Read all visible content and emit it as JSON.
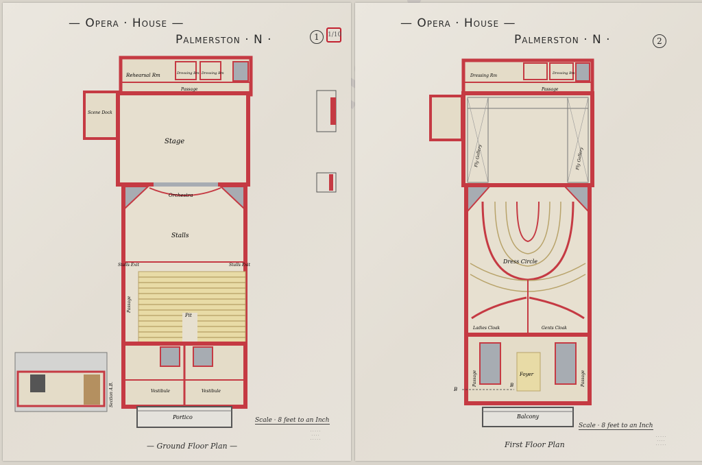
{
  "sheets": [
    {
      "title": "Opera · House",
      "location": "Palmerston · N",
      "sheet_number": "1",
      "stamp": "1/10",
      "caption": "Ground Floor Plan",
      "scale": "Scale · 8 feet to an Inch",
      "rooms": {
        "rehearsal": "Rehearsal Rm",
        "dressing_a": "Dressing Rm",
        "dressing_b": "Dressing Rm",
        "passage_top": "Passage",
        "scene_dock": "Scene Dock",
        "stage": "Stage",
        "orchestra": "Orchestra",
        "stalls": "Stalls",
        "stalls_exit_left": "Stalls Exit",
        "stalls_exit_right": "Stalls Exit",
        "pit": "Pit",
        "passage_side": "Passage",
        "vestibule_left": "Vestibule",
        "vestibule_right": "Vestibule",
        "portico": "Portico",
        "section_label": "Section A.B."
      }
    },
    {
      "title": "Opera · House",
      "location": "Palmerston · N",
      "sheet_number": "2",
      "caption": "First Floor Plan",
      "scale": "Scale · 8 feet to an Inch",
      "rooms": {
        "dressing_a": "Dressing Rm",
        "dressing_b": "Dressing Rm",
        "passage_top": "Passage",
        "fly_left": "Fly Gallery",
        "fly_right": "Fly Gallery",
        "dress_circle": "Dress Circle",
        "ladies_cloak": "Ladies Cloak",
        "gents_cloak": "Gents Cloak",
        "foyer": "Foyer",
        "passage_left": "Passage",
        "passage_right": "Passage",
        "balcony": "Balcony",
        "mark_b1": "B",
        "mark_b2": "B"
      }
    }
  ],
  "watermark": "charlesloane.co.nz",
  "colors": {
    "paper": "#e7e2da",
    "wall_red": "#c53a43",
    "floor_yellow": "#e8dba6",
    "stair_grey": "#a7acb2",
    "ink": "#2a2a2a"
  }
}
